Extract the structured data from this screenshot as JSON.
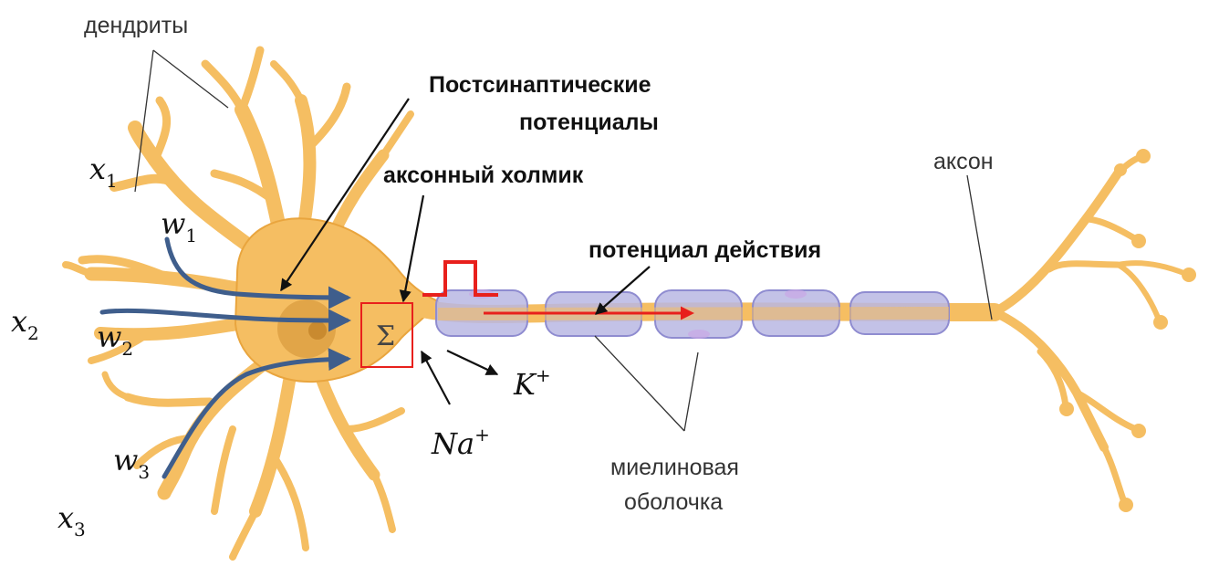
{
  "labels": {
    "dendrites": "дендриты",
    "postsynaptic_line1": "Постсинаптические",
    "postsynaptic_line2": "потенциалы",
    "axon_hillock": "аксонный холмик",
    "action_potential": "потенциал действия",
    "axon": "аксон",
    "myelin_line1": "миелиновая",
    "myelin_line2": "оболочка",
    "sum_symbol": "Σ"
  },
  "math": {
    "x1": {
      "base": "x",
      "sub": "1"
    },
    "x2": {
      "base": "x",
      "sub": "2"
    },
    "x3": {
      "base": "x",
      "sub": "3"
    },
    "w1": {
      "base": "w",
      "sub": "1"
    },
    "w2": {
      "base": "w",
      "sub": "2"
    },
    "w3": {
      "base": "w",
      "sub": "3"
    },
    "na": {
      "base": "Na",
      "sup": "+"
    },
    "k": {
      "base": "K",
      "sup": "+"
    }
  },
  "colors": {
    "neuron_fill": "#F5BE62",
    "neuron_edge": "#E9A53E",
    "nucleus": "#E1A548",
    "nucleolus": "#C98A2F",
    "myelin_fill": "#B9B7E3",
    "myelin_edge": "#8F8CD0",
    "input_path": "#3F5E8C",
    "highlight_red": "#E8201C",
    "pointer": "#111111",
    "leader_line": "#333333"
  }
}
